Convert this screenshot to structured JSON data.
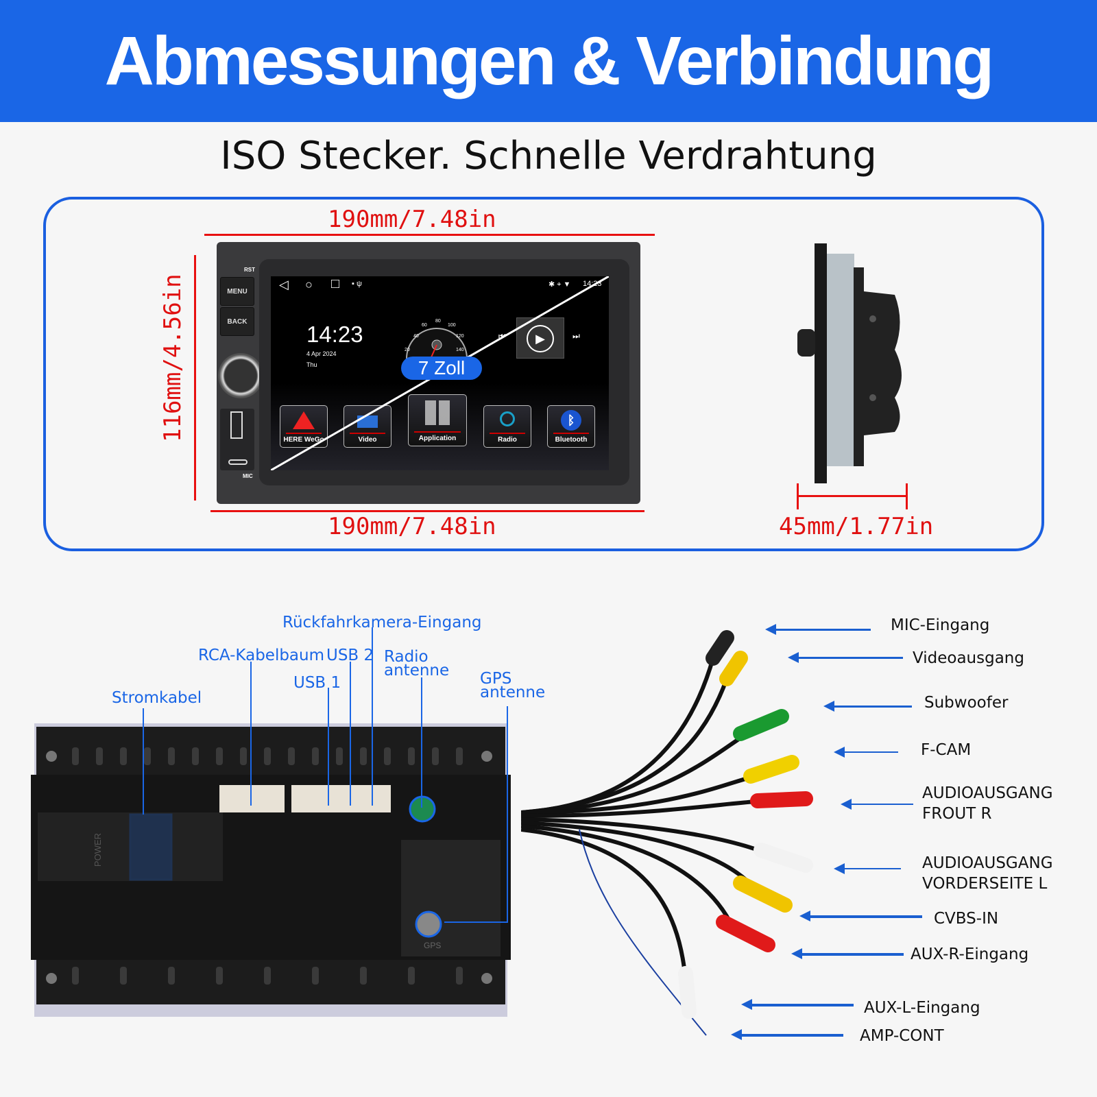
{
  "header": {
    "title": "Abmessungen & Verbindung"
  },
  "subtitle": "ISO Stecker. Schnelle Verdrahtung",
  "dimensions": {
    "width_top": "190mm/7.48in",
    "width_bottom": "190mm/7.48in",
    "height": "116mm/4.56in",
    "depth": "45mm/1.77in"
  },
  "unit": {
    "buttons": [
      "RST",
      "MENU",
      "BACK",
      "MIC"
    ],
    "size_badge": "7 Zoll"
  },
  "screen": {
    "time": "14:23",
    "date": "4 Apr 2024",
    "day": "Thu",
    "status_time": "14:23",
    "apps": [
      "HERE WeGo",
      "Video",
      "Application",
      "Radio",
      "Bluetooth"
    ],
    "speedo_ticks": [
      "20",
      "40",
      "60",
      "80",
      "100",
      "120",
      "140"
    ]
  },
  "rear_labels": {
    "stromkabel": "Stromkabel",
    "rca": "RCA-Kabelbaum",
    "usb2": "USB 2",
    "usb1": "USB 1",
    "camera": "Rückfahrkamera-Eingang",
    "radio": "Radio antenne",
    "gps": "GPS antenne",
    "power_mark": "POWER",
    "gps_mark": "GPS"
  },
  "cable_labels": [
    "MIC-Eingang",
    "Videoausgang",
    "Subwoofer",
    "F-CAM",
    "AUDIOAUSGANG FROUT R",
    "AUDIOAUSGANG VORDERSEITE L",
    "CVBS-IN",
    "AUX-R-Eingang",
    "AUX-L-Eingang",
    "AMP-CONT"
  ],
  "colors": {
    "brand": "#1a66e6",
    "dimension": "#e01010"
  }
}
